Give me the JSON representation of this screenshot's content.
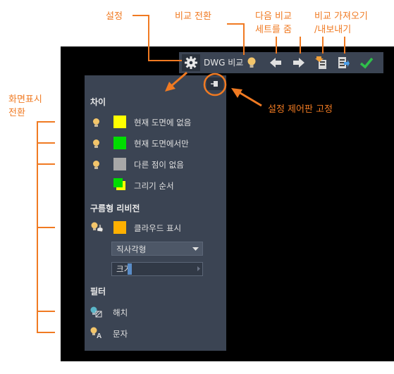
{
  "annotations": {
    "settings": "설정",
    "compare_toggle": "비교 전환",
    "next_prev_line1": "다음 비교",
    "next_prev_line2": "세트를 줌",
    "import_export_line1": "비교 가져오기",
    "import_export_line2": "/내보내기",
    "pin_panel": "설정 제어판 고정",
    "display_toggle_line1": "화면표시",
    "display_toggle_line2": "전환"
  },
  "toolbar": {
    "title": "DWG 비교"
  },
  "panel": {
    "diff_section": "차이",
    "diff_rows": [
      {
        "label": "현재 도면에 없음",
        "color": "#ffff00"
      },
      {
        "label": "현재 도면에서만",
        "color": "#00dd00"
      },
      {
        "label": "다른 점이 없음",
        "color": "#a8a8a8"
      }
    ],
    "draw_order": "그리기 순서",
    "revcloud_section": "구름형 리비전",
    "cloud_display": "클라우드 표시",
    "cloud_color": "#ffb000",
    "shape_value": "직사각형",
    "size_label": "크기",
    "filter_section": "필터",
    "hatch": "해치",
    "text": "문자"
  }
}
